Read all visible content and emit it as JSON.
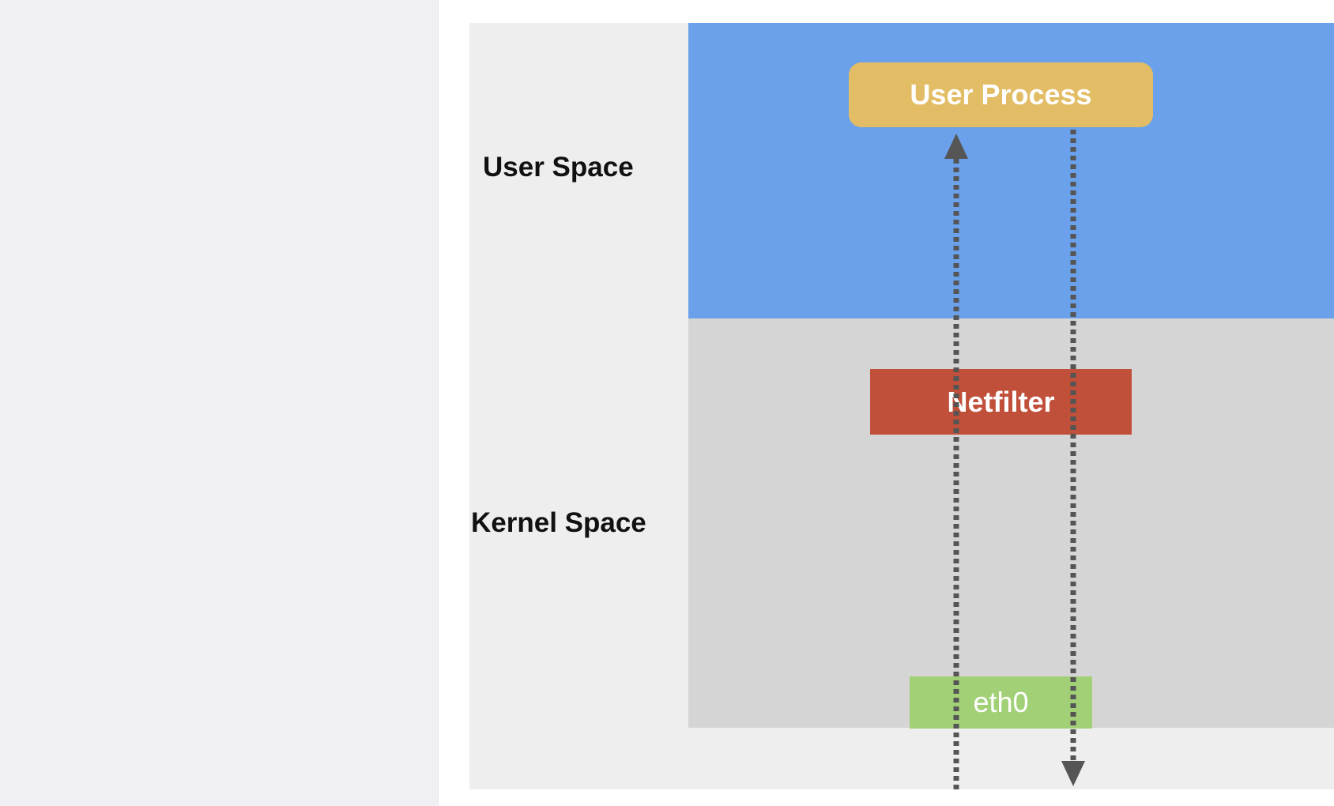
{
  "diagram": {
    "layers": {
      "user_space_label": "User Space",
      "kernel_space_label": "Kernel Space"
    },
    "nodes": {
      "user_process": "User Process",
      "netfilter": "Netfilter",
      "eth0": "eth0"
    },
    "flows": [
      {
        "direction": "up",
        "description": "incoming path to User Process"
      },
      {
        "direction": "down",
        "description": "outgoing path from User Process"
      }
    ],
    "colors": {
      "user_space": "#6aa1ea",
      "kernel_space": "#d5d5d5",
      "user_process": "#e3bd66",
      "netfilter": "#c0503a",
      "eth0": "#a2d077",
      "arrow": "#555555"
    }
  }
}
